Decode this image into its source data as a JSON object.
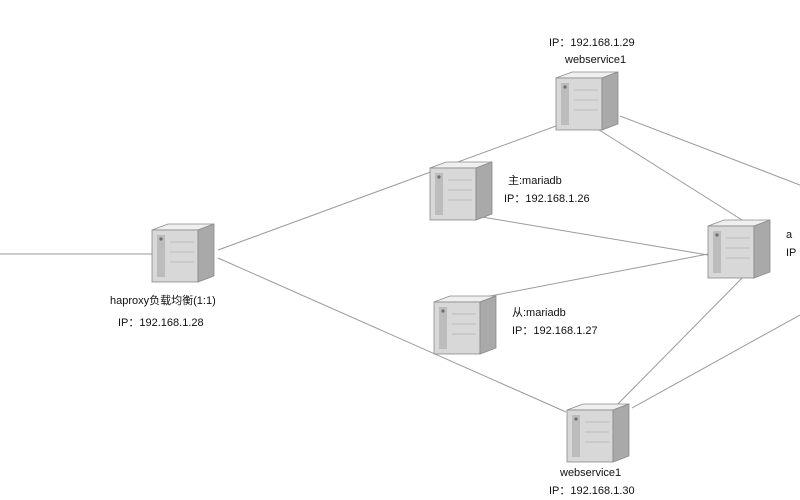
{
  "nodes": {
    "haproxy": {
      "name": "haproxy负载均衡(1:1)",
      "ip": "IP：192.168.1.28",
      "icon": "server-icon"
    },
    "web_top": {
      "ip": "IP：192.168.1.29",
      "name": "webservice1",
      "icon": "server-icon"
    },
    "db_master": {
      "name": "主:mariadb",
      "ip": "IP：192.168.1.26",
      "icon": "server-icon"
    },
    "db_slave": {
      "name": "从:mariadb",
      "ip": "IP：192.168.1.27",
      "icon": "server-icon"
    },
    "web_bottom": {
      "name": "webservice1",
      "ip": "IP：192.168.1.30",
      "icon": "server-icon"
    },
    "right_node": {
      "name": "a",
      "ip": "IP",
      "icon": "server-icon"
    }
  },
  "colors": {
    "link": "#9a9a9a",
    "server_front": "#d8d8d8",
    "server_side": "#a9a9a9",
    "server_top": "#efefef",
    "text": "#111111"
  }
}
